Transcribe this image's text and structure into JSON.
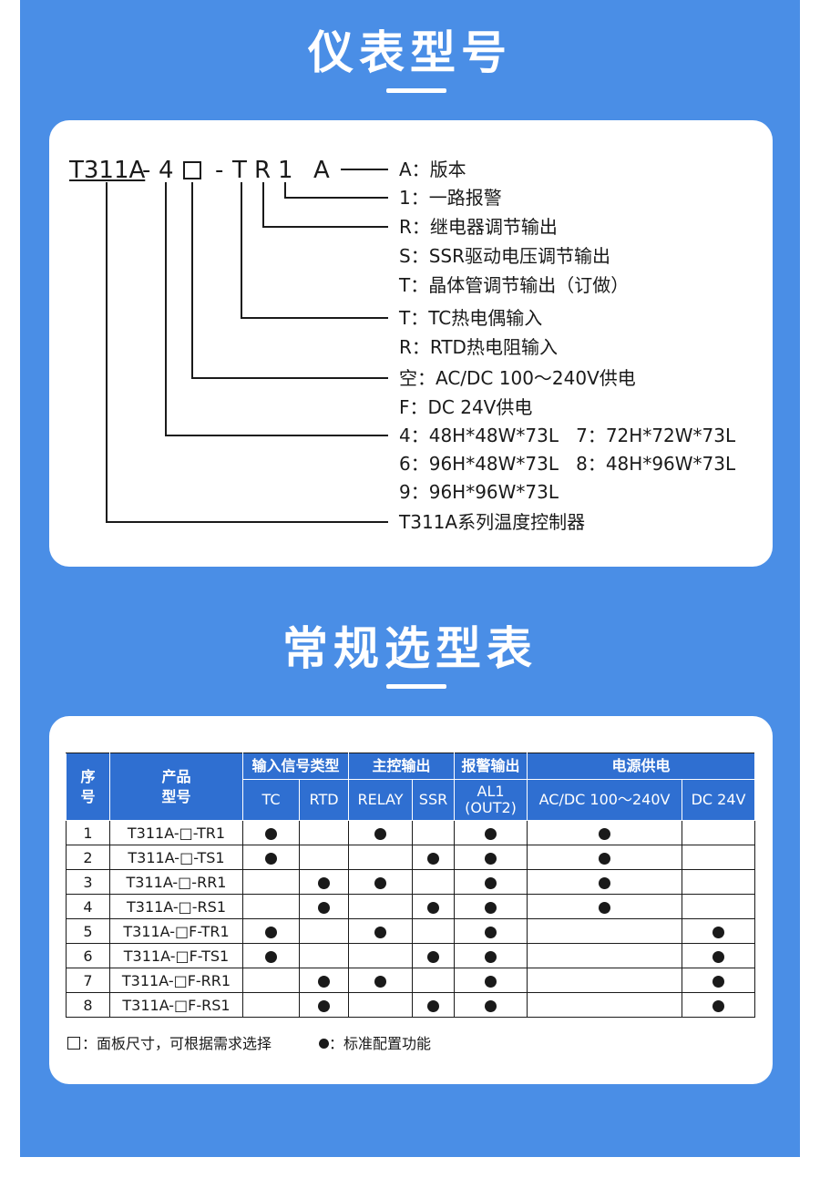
{
  "section1": {
    "title": "仪表型号",
    "code": {
      "base": "T311A",
      "dash1": "-",
      "size_digit": "4",
      "dash2": "-",
      "input": "T",
      "output": "R",
      "alarm": "1",
      "version": "A"
    },
    "descriptions": [
      "A：版本",
      "1：一路报警",
      "R：继电器调节输出",
      "S：SSR驱动电压调节输出",
      "T：晶体管调节输出（订做）",
      "T：TC热电偶输入",
      "R：RTD热电阻输入",
      "空：AC/DC 100～240V供电",
      "F：DC 24V供电",
      "4：48H*48W*73L   7：72H*72W*73L",
      "6：96H*48W*73L   8：48H*96W*73L",
      "9：96H*96W*73L",
      "T311A系列温度控制器"
    ]
  },
  "section2": {
    "title": "常规选型表",
    "header_row1": {
      "seq": "序号",
      "product": "产品型号",
      "input_type": "输入信号类型",
      "main_output": "主控输出",
      "alarm_output": "报警输出",
      "power": "电源供电"
    },
    "header_row2": {
      "tc": "TC",
      "rtd": "RTD",
      "relay": "RELAY",
      "ssr": "SSR",
      "al1": "AL1",
      "out2": "(OUT2)",
      "acdc": "AC/DC 100～240V",
      "dc24": "DC 24V"
    },
    "rows": [
      {
        "no": "1",
        "model": "T311A-□-TR1",
        "tc": true,
        "rtd": false,
        "relay": true,
        "ssr": false,
        "al1": true,
        "acdc": true,
        "dc24": false
      },
      {
        "no": "2",
        "model": "T311A-□-TS1",
        "tc": true,
        "rtd": false,
        "relay": false,
        "ssr": true,
        "al1": true,
        "acdc": true,
        "dc24": false
      },
      {
        "no": "3",
        "model": "T311A-□-RR1",
        "tc": false,
        "rtd": true,
        "relay": true,
        "ssr": false,
        "al1": true,
        "acdc": true,
        "dc24": false
      },
      {
        "no": "4",
        "model": "T311A-□-RS1",
        "tc": false,
        "rtd": true,
        "relay": false,
        "ssr": true,
        "al1": true,
        "acdc": true,
        "dc24": false
      },
      {
        "no": "5",
        "model": "T311A-□F-TR1",
        "tc": true,
        "rtd": false,
        "relay": true,
        "ssr": false,
        "al1": true,
        "acdc": false,
        "dc24": true
      },
      {
        "no": "6",
        "model": "T311A-□F-TS1",
        "tc": true,
        "rtd": false,
        "relay": false,
        "ssr": true,
        "al1": true,
        "acdc": false,
        "dc24": true
      },
      {
        "no": "7",
        "model": "T311A-□F-RR1",
        "tc": false,
        "rtd": true,
        "relay": true,
        "ssr": false,
        "al1": true,
        "acdc": false,
        "dc24": true
      },
      {
        "no": "8",
        "model": "T311A-□F-RS1",
        "tc": false,
        "rtd": true,
        "relay": false,
        "ssr": true,
        "al1": true,
        "acdc": false,
        "dc24": true
      }
    ],
    "legend": {
      "square_text": "：面板尺寸，可根据需求选择",
      "dot_text": "：标准配置功能"
    }
  }
}
